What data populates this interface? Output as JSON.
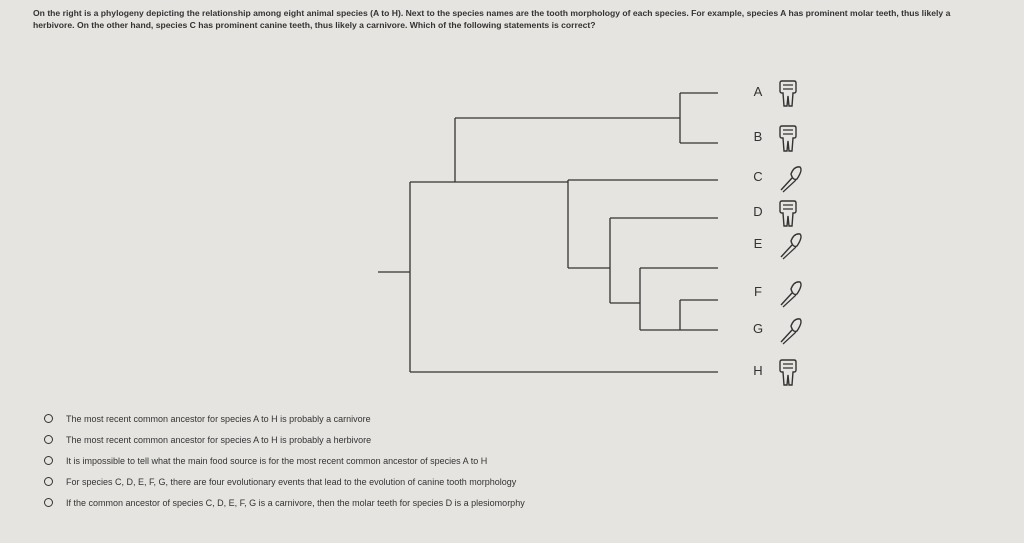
{
  "question": {
    "text": "On the right is a phylogeny depicting the relationship among eight animal species (A to H). Next to the species names are the tooth morphology of each species. For example, species A has prominent molar teeth, thus likely a herbivore. On the other hand, species C has prominent canine teeth, thus likely a carnivore. Which of the following statements is correct?"
  },
  "phylogeny": {
    "taxa": [
      {
        "label": "A",
        "tooth": "molar-tooth-icon"
      },
      {
        "label": "B",
        "tooth": "molar-tooth-icon"
      },
      {
        "label": "C",
        "tooth": "canine-tooth-icon"
      },
      {
        "label": "D",
        "tooth": "molar-tooth-icon"
      },
      {
        "label": "E",
        "tooth": "canine-tooth-icon"
      },
      {
        "label": "F",
        "tooth": "canine-tooth-icon"
      },
      {
        "label": "G",
        "tooth": "canine-tooth-icon"
      },
      {
        "label": "H",
        "tooth": "molar-tooth-icon"
      }
    ]
  },
  "options": [
    {
      "text": "The most recent common ancestor for species A to H is probably a carnivore"
    },
    {
      "text": "The most recent common ancestor for species A to H is probably a herbivore"
    },
    {
      "text": "It is impossible to tell what the main food source is for the most recent common ancestor of species A to H"
    },
    {
      "text": "For species C, D, E, F, G, there are four evolutionary events that lead to the evolution of canine tooth morphology"
    },
    {
      "text": "If the common ancestor of species C, D, E, F, G is a carnivore, then the molar teeth for species D is a plesiomorphy"
    }
  ],
  "colors": {
    "background": "#e6e4e1",
    "lines": "#333333"
  }
}
